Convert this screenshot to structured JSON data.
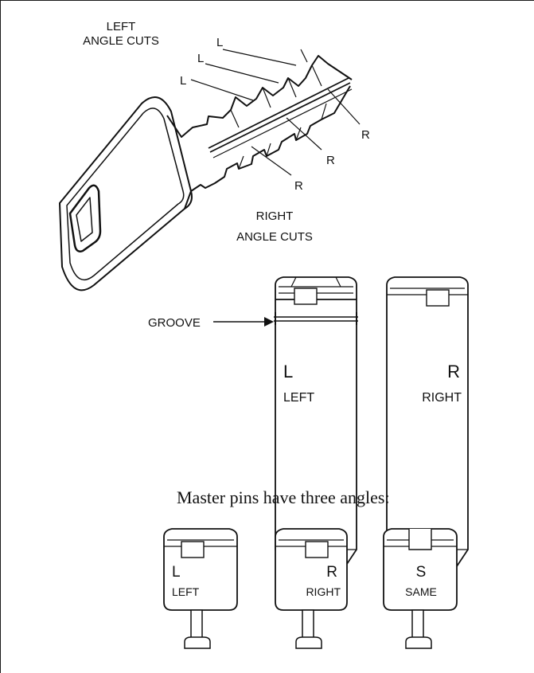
{
  "key": {
    "left_cuts_label_1": "LEFT",
    "left_cuts_label_2": "ANGLE CUTS",
    "right_cuts_label_1": "RIGHT",
    "right_cuts_label_2": "ANGLE CUTS",
    "l_marks": [
      "L",
      "L",
      "L"
    ],
    "r_marks": [
      "R",
      "R",
      "R"
    ]
  },
  "driver_pins": {
    "groove_label": "GROOVE",
    "left_letter": "L",
    "left_word": "LEFT",
    "right_letter": "R",
    "right_word": "RIGHT"
  },
  "caption": "Master pins have three angles:",
  "master_pins": [
    {
      "letter": "L",
      "word": "LEFT"
    },
    {
      "letter": "R",
      "word": "RIGHT"
    },
    {
      "letter": "S",
      "word": "SAME"
    }
  ]
}
